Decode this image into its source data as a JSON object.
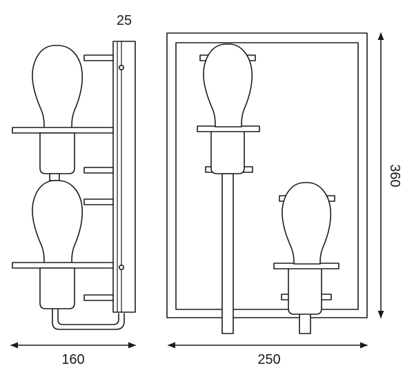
{
  "dimensions": {
    "side_width": "160",
    "side_depth": "25",
    "front_width": "250",
    "front_height": "360"
  },
  "colors": {
    "line": "#1a1a1a",
    "background": "#ffffff"
  }
}
